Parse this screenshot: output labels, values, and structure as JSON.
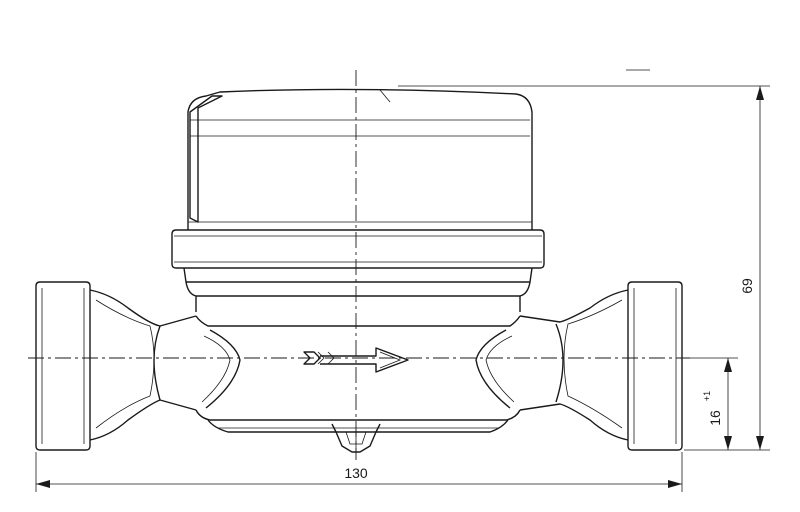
{
  "dimensions": {
    "length": "130",
    "height": "69",
    "axis_height": "16",
    "axis_height_tolerance": "+1"
  }
}
